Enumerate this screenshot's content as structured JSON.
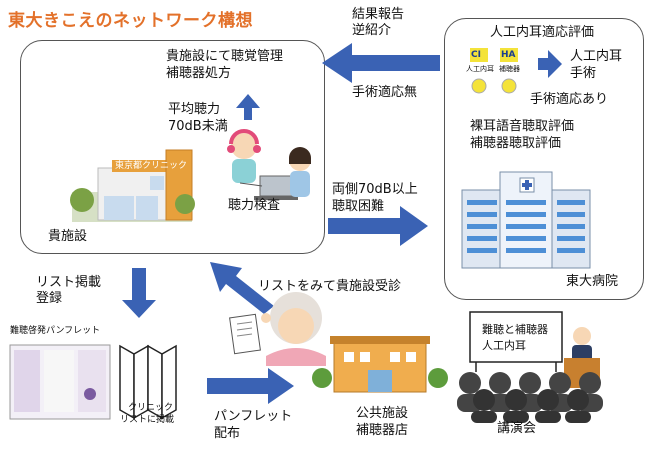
{
  "title": "東大きこえのネットワーク構想",
  "clinic": {
    "management_lines": [
      "貴施設にて聴覚管理",
      "補聴器処方"
    ],
    "threshold_lines": [
      "平均聴力",
      "70dB未満"
    ],
    "hearing_test": "聴力検査",
    "facility_label": "貴施設",
    "sign_text": "東京都クリニック"
  },
  "arrows": {
    "results_lines": [
      "結果報告",
      "逆紹介"
    ],
    "no_surgery": "手術適応無",
    "refer_lines": [
      "両側70dB以上",
      "聴取困難"
    ],
    "list_register_lines": [
      "リスト掲載",
      "登録"
    ],
    "list_visit": "リストをみて貴施設受診",
    "distribute_lines": [
      "パンフレット",
      "配布"
    ]
  },
  "hospital": {
    "eval_title": "人工内耳適応評価",
    "ci_badge": "CI",
    "ci_caption": "人工内耳",
    "ha_badge": "HA",
    "ha_caption": "補聴器",
    "surgery_lines": [
      "人工内耳",
      "手術"
    ],
    "surgery_indicated": "手術適応あり",
    "eval_lines": [
      "裸耳語音聴取評価",
      "補聴器聴取評価"
    ],
    "label": "東大病院"
  },
  "pamphlet": {
    "title": "難聴啓発パンフレット",
    "caption_lines": [
      "クリニック",
      "リストに掲載"
    ]
  },
  "public": {
    "label_lines": [
      "公共施設",
      "補聴器店"
    ]
  },
  "lecture": {
    "board_lines": [
      "難聴と補聴器",
      "人工内耳"
    ],
    "label": "講演会"
  }
}
